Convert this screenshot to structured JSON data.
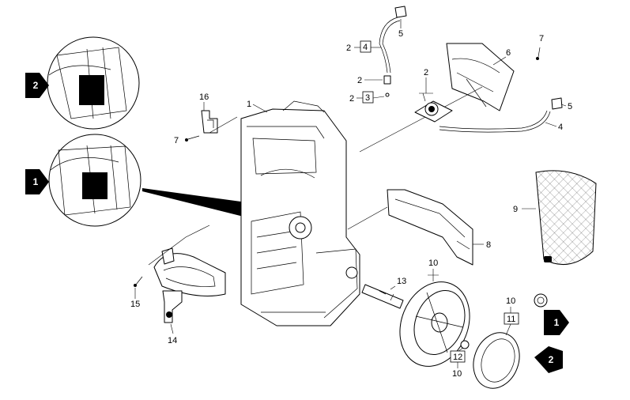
{
  "callouts": {
    "c1": "1",
    "c2_top": "2",
    "c2_mid": "2",
    "c2_box3": "2",
    "c2_right": "2",
    "c3": "3",
    "c4_top": "4",
    "c4_right": "4",
    "c5_top": "5",
    "c5_right": "5",
    "c6": "6",
    "c7_top": "7",
    "c7_left": "7",
    "c8": "8",
    "c9": "9",
    "c10_wheel": "10",
    "c10_cap": "10",
    "c10_bottom": "10",
    "c11": "11",
    "c12": "12",
    "c13": "13",
    "c14": "14",
    "c15": "15",
    "c16": "16"
  },
  "markers": {
    "m1_left": "1",
    "m2_left": "2",
    "m1_right": "1",
    "m2_right": "2"
  }
}
